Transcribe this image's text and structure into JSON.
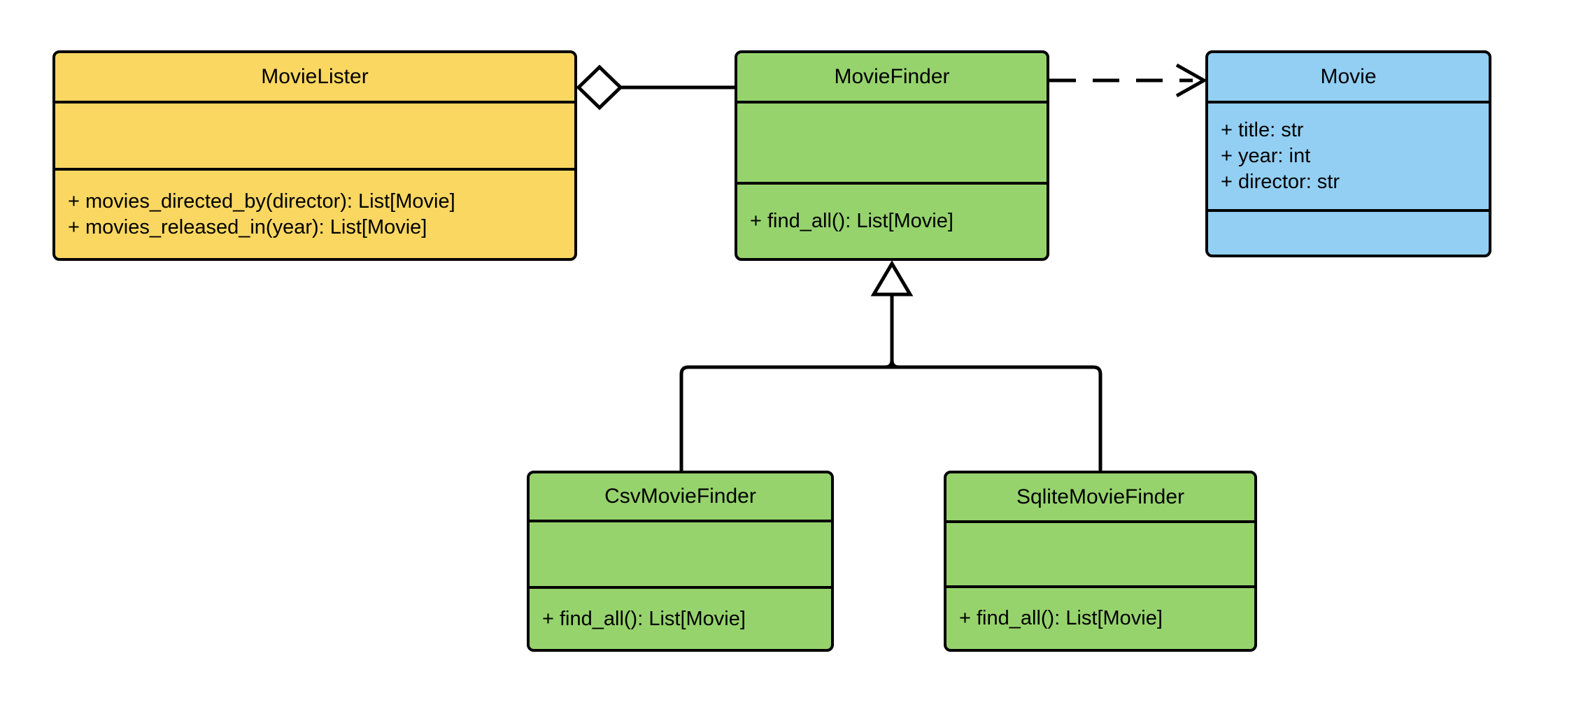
{
  "diagram_type": "UML class diagram",
  "classes": [
    {
      "name": "MovieLister",
      "fill": "#FAD761",
      "attributes": [],
      "methods": [
        "+ movies_directed_by(director): List[Movie]",
        "+ movies_released_in(year): List[Movie]"
      ]
    },
    {
      "name": "MovieFinder",
      "fill": "#96D36D",
      "attributes": [],
      "methods": [
        "+ find_all(): List[Movie]"
      ]
    },
    {
      "name": "Movie",
      "fill": "#92CFF3",
      "attributes": [
        "+ title: str",
        "+ year: int",
        "+ director: str"
      ],
      "methods": []
    },
    {
      "name": "CsvMovieFinder",
      "fill": "#96D36D",
      "attributes": [],
      "methods": [
        "+ find_all(): List[Movie]"
      ]
    },
    {
      "name": "SqliteMovieFinder",
      "fill": "#96D36D",
      "attributes": [],
      "methods": [
        "+ find_all(): List[Movie]"
      ]
    }
  ],
  "relationships": [
    {
      "type": "aggregation",
      "from": "MovieLister",
      "to": "MovieFinder",
      "marker": "hollow-diamond",
      "line": "solid"
    },
    {
      "type": "dependency",
      "from": "MovieFinder",
      "to": "Movie",
      "marker": "open-arrow",
      "line": "dashed"
    },
    {
      "type": "generalization",
      "from": "CsvMovieFinder",
      "to": "MovieFinder",
      "marker": "hollow-triangle",
      "line": "solid"
    },
    {
      "type": "generalization",
      "from": "SqliteMovieFinder",
      "to": "MovieFinder",
      "marker": "hollow-triangle",
      "line": "solid"
    }
  ],
  "colors": {
    "class_yellow": "#FAD761",
    "class_green": "#96D36D",
    "class_blue": "#92CFF3",
    "stroke": "#000000",
    "background": "#FFFFFF"
  }
}
